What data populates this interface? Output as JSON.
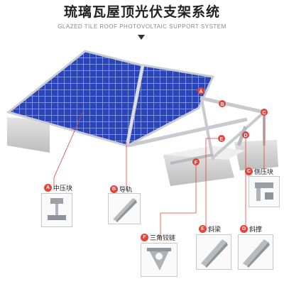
{
  "header": {
    "title": "琉璃瓦屋顶光伏支架系统",
    "subtitle": "GLAZED TILE ROOF PHOTOVOLTAIC SUPPORT SYSTEM"
  },
  "markers": {
    "a": "A",
    "b": "B",
    "c": "C",
    "d": "D",
    "e": "E",
    "f": "F"
  },
  "components": [
    {
      "letter": "A",
      "name": "中压块"
    },
    {
      "letter": "B",
      "name": "导轨"
    },
    {
      "letter": "C",
      "name": "侧压块"
    },
    {
      "letter": "D",
      "name": "斜撑"
    },
    {
      "letter": "E",
      "name": "斜梁"
    },
    {
      "letter": "F",
      "name": "三角铰链"
    }
  ],
  "colors": {
    "panel": "#2a3fb0",
    "badge": "#e8423a",
    "frame": "#c9ccd2"
  }
}
